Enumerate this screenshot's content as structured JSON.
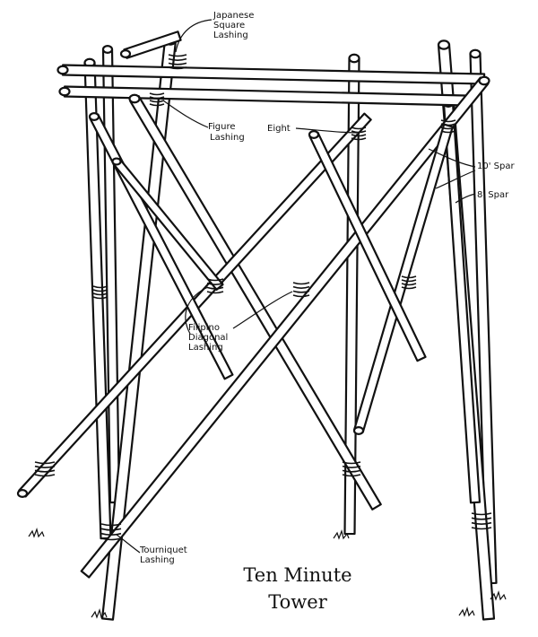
{
  "diagram": {
    "title_line1": "Ten Minute",
    "title_line2": "Tower",
    "labels": {
      "japanese_square": "Japanese\nSquare\nLashing",
      "figure_eight_a": "Figure",
      "figure_eight_b": "Eight",
      "figure_eight_c": "Lashing",
      "ten_spar": "10' Spar",
      "eight_spar": "8' Spar",
      "filipino": "Filipino\nDiagonal\nLashing",
      "tourniquet": "Tourniquet\nLashing"
    },
    "colors": {
      "ink": "#111111",
      "paper": "#ffffff"
    }
  }
}
